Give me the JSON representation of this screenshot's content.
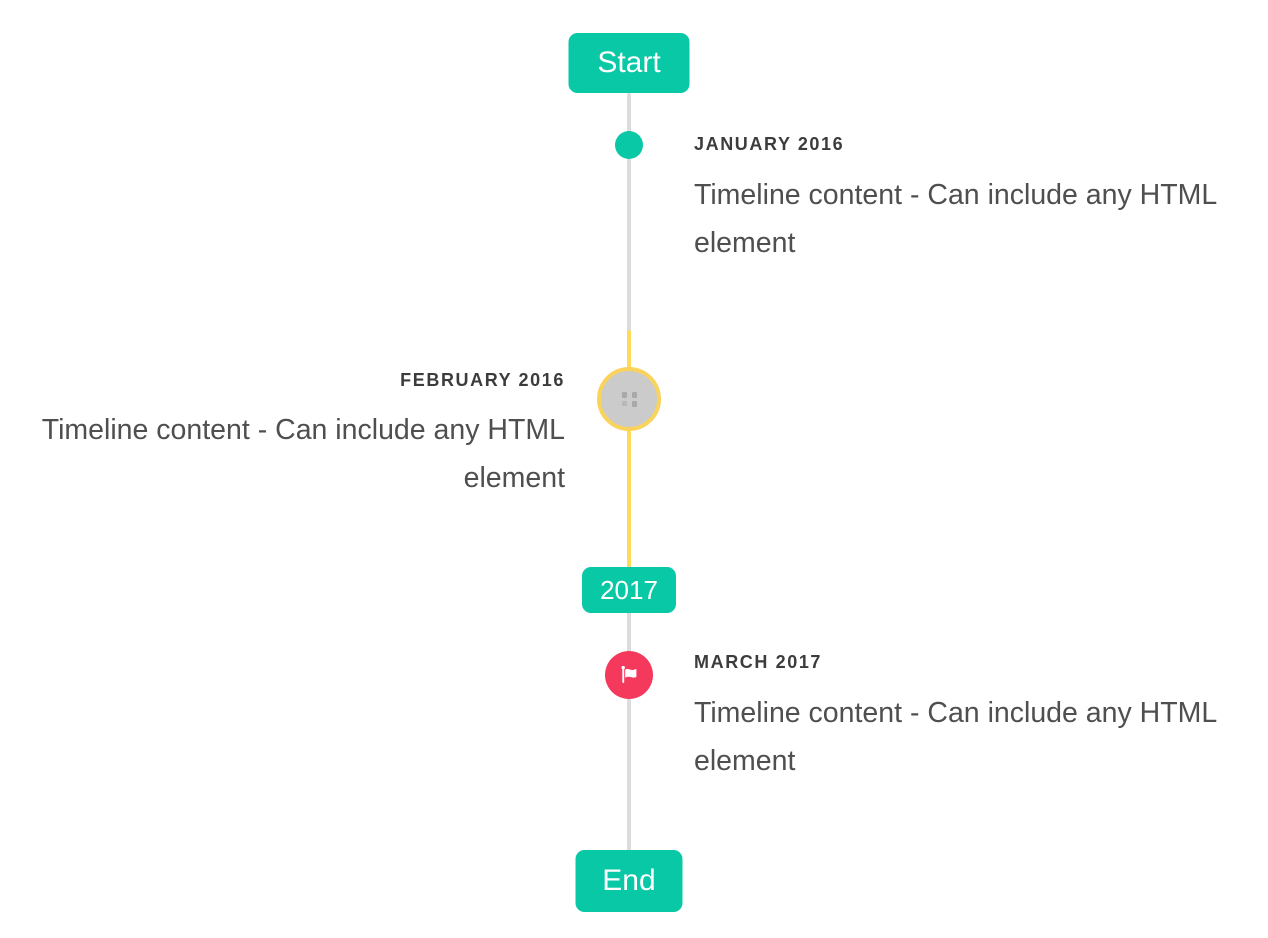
{
  "timeline": {
    "start_label": "Start",
    "end_label": "End",
    "year_badge": "2017",
    "items": [
      {
        "date": "JANUARY 2016",
        "content": "Timeline content - Can include any HTML element",
        "side": "right",
        "marker": "teal-dot"
      },
      {
        "date": "FEBRUARY 2016",
        "content": "Timeline content - Can include any HTML element",
        "side": "left",
        "marker": "gray-circle-with-broken-image-yellow-ring"
      },
      {
        "date": "MARCH 2017",
        "content": "Timeline content - Can include any HTML element",
        "side": "right",
        "marker": "red-circle-flag-icon"
      }
    ]
  },
  "colors": {
    "teal": "#09C8A6",
    "yellow": "#FFD95A",
    "yellow-border": "#F9D35C",
    "red": "#F5395D",
    "line-gray": "#DCDCDC",
    "circle-gray": "#CBCBCB",
    "label-color": "#3C3C3C",
    "content-color": "#4F4F4F"
  }
}
